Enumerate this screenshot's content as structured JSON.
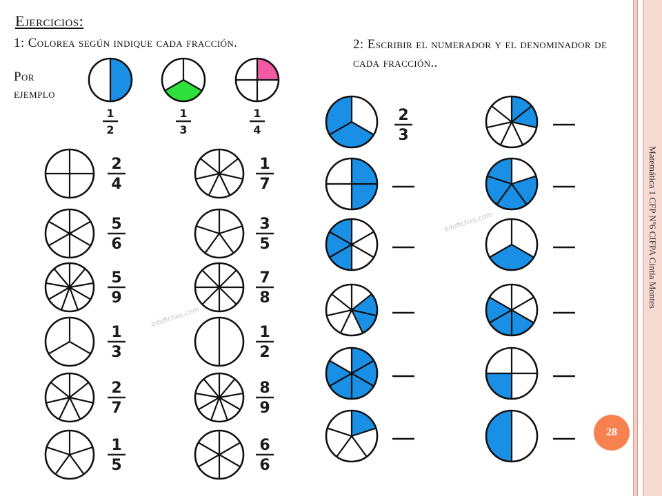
{
  "title": "Ejercicios:",
  "exercise1": {
    "instruction": "1: Colorea según indique cada fracción.",
    "example_label_1": "Por",
    "example_label_2": "ejemplo",
    "examples": [
      {
        "parts": 2,
        "filled": [
          0
        ],
        "color": "#1a8fe6",
        "num": "1",
        "den": "2"
      },
      {
        "parts": 3,
        "filled": [
          1
        ],
        "color": "#2ee03a",
        "num": "1",
        "den": "3"
      },
      {
        "parts": 4,
        "filled": [
          0
        ],
        "color": "#f25aa1",
        "num": "1",
        "den": "4"
      }
    ],
    "items": [
      {
        "parts": 4,
        "num": "2",
        "den": "4"
      },
      {
        "parts": 6,
        "num": "5",
        "den": "6"
      },
      {
        "parts": 9,
        "num": "5",
        "den": "9"
      },
      {
        "parts": 3,
        "num": "1",
        "den": "3"
      },
      {
        "parts": 7,
        "num": "2",
        "den": "7"
      },
      {
        "parts": 5,
        "num": "1",
        "den": "5"
      },
      {
        "parts": 7,
        "num": "1",
        "den": "7"
      },
      {
        "parts": 5,
        "num": "3",
        "den": "5"
      },
      {
        "parts": 8,
        "num": "7",
        "den": "8"
      },
      {
        "parts": 2,
        "num": "1",
        "den": "2"
      },
      {
        "parts": 9,
        "num": "8",
        "den": "9"
      },
      {
        "parts": 6,
        "num": "6",
        "den": "6"
      }
    ]
  },
  "exercise2": {
    "instruction": "2: Escribir el numerador y el denominador de cada fracción..",
    "fill_color": "#1a8fe6",
    "items": [
      {
        "parts": 3,
        "filled": [
          1,
          2
        ],
        "num": "2",
        "den": "3"
      },
      {
        "parts": 4,
        "filled": [
          0,
          1
        ]
      },
      {
        "parts": 6,
        "filled": [
          3,
          4,
          5
        ]
      },
      {
        "parts": 7,
        "filled": [
          1,
          2
        ]
      },
      {
        "parts": 6,
        "filled": [
          0,
          1,
          2,
          3,
          4
        ]
      },
      {
        "parts": 5,
        "filled": [
          0
        ]
      },
      {
        "parts": 7,
        "filled": [
          0,
          1
        ]
      },
      {
        "parts": 5,
        "filled": [
          1,
          2,
          3,
          4
        ]
      },
      {
        "parts": 3,
        "filled": [
          1
        ]
      },
      {
        "parts": 6,
        "filled": [
          2,
          3,
          4
        ]
      },
      {
        "parts": 4,
        "filled": [
          2
        ]
      },
      {
        "parts": 2,
        "filled": [
          1
        ]
      }
    ]
  },
  "watermark": "edufichas.com",
  "side_text": "Matemática 1 CFP Nº6 CIFPA Cintia Montes",
  "page_number": "28"
}
